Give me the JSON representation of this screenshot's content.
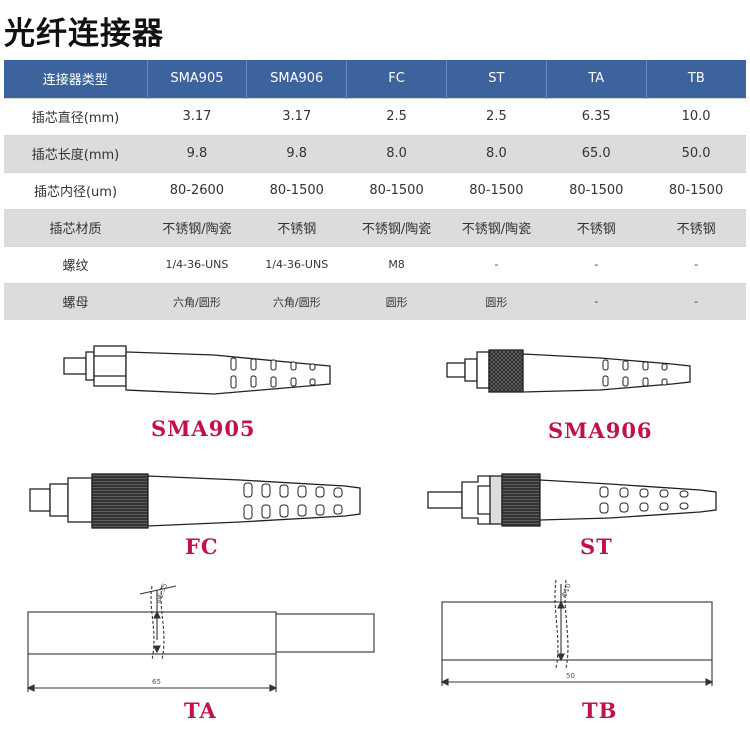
{
  "title": "光纤连接器",
  "table": {
    "header": [
      "连接器类型",
      "SMA905",
      "SMA906",
      "FC",
      "ST",
      "TA",
      "TB"
    ],
    "rows": [
      {
        "label": "插芯直径(mm)",
        "cells": [
          "3.17",
          "3.17",
          "2.5",
          "2.5",
          "6.35",
          "10.0"
        ]
      },
      {
        "label": "插芯长度(mm)",
        "cells": [
          "9.8",
          "9.8",
          "8.0",
          "8.0",
          "65.0",
          "50.0"
        ]
      },
      {
        "label": "插芯内径(um)",
        "cells": [
          "80-2600",
          "80-1500",
          "80-1500",
          "80-1500",
          "80-1500",
          "80-1500"
        ]
      },
      {
        "label": "插芯材质",
        "cells": [
          "不锈钢/陶瓷",
          "不锈钢",
          "不锈钢/陶瓷",
          "不锈钢/陶瓷",
          "不锈钢",
          "不锈钢"
        ]
      },
      {
        "label": "螺纹",
        "cells": [
          "1/4-36-UNS",
          "1/4-36-UNS",
          "M8",
          "-",
          "-",
          "-"
        ]
      },
      {
        "label": "螺母",
        "cells": [
          "六角/圆形",
          "六角/圆形",
          "圆形",
          "圆形",
          "-",
          "-"
        ]
      }
    ]
  },
  "captions": {
    "sma905": "SMA905",
    "sma906": "SMA906",
    "fc": "FC",
    "st": "ST",
    "ta": "TA",
    "tb": "TB"
  },
  "dimensions": {
    "ta_length": "65",
    "ta_diameter": "Φ6.35",
    "tb_length": "50",
    "tb_diameter": "Φ10"
  }
}
